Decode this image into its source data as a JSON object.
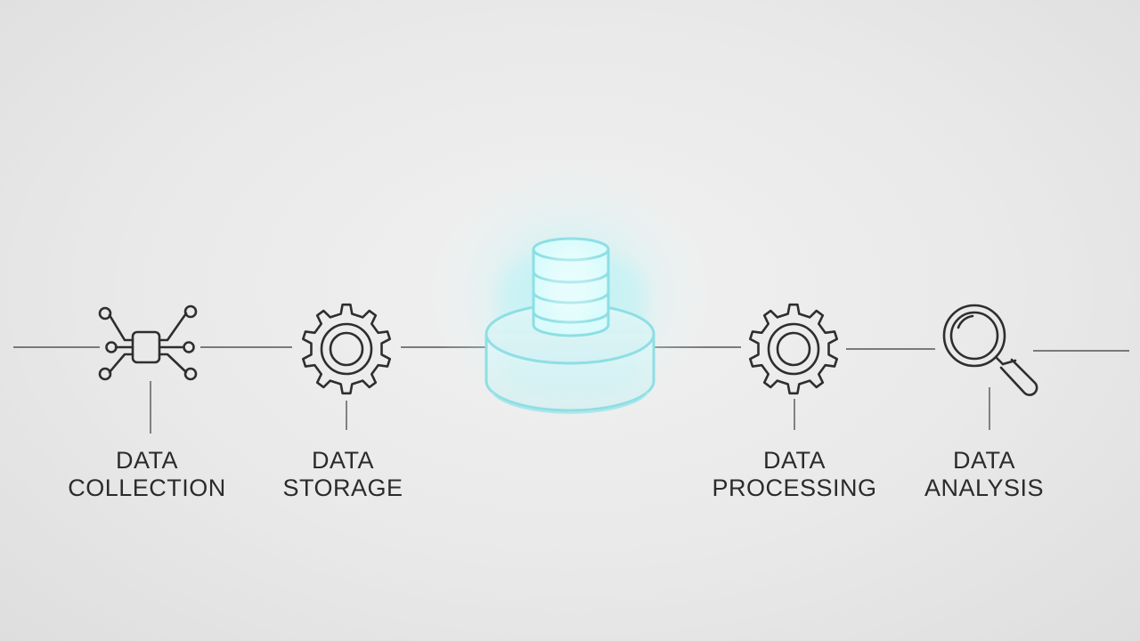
{
  "diagram": {
    "stages": [
      {
        "line1": "DATA",
        "line2": "COLLECTION",
        "icon": "network-hub-icon"
      },
      {
        "line1": "DATA",
        "line2": "STORAGE",
        "icon": "gear-icon"
      },
      {
        "line1": "DATA",
        "line2": "PROCESSING",
        "icon": "gear-icon"
      },
      {
        "line1": "DATA",
        "line2": "ANALYSIS",
        "icon": "magnifier-icon"
      }
    ],
    "center_icon": "database-icon",
    "colors": {
      "stroke": "#2e2e2e",
      "connector": "#555555",
      "glow": "#7fe6ee",
      "glow_stroke": "#8edfe4"
    }
  }
}
